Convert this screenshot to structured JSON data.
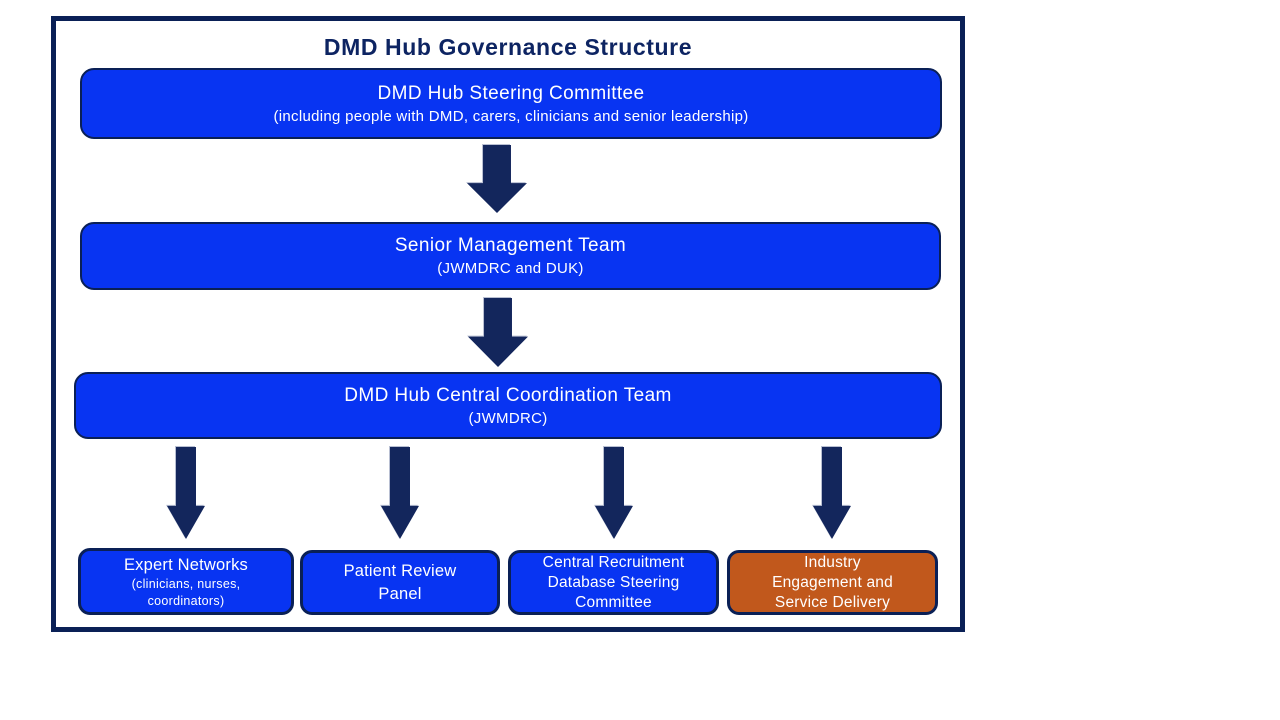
{
  "title": "DMD Hub Governance Structure",
  "colors": {
    "box_blue": "#0834F2",
    "box_orange": "#C1581C",
    "arrow_navy": "#13265C",
    "border_navy": "#0A2056",
    "title_navy": "#0D2462",
    "text_white": "#FFFFFF"
  },
  "org_chart": {
    "level1": {
      "heading": "DMD Hub Steering Committee",
      "subheading": "(including people with DMD, carers, clinicians and senior leadership)"
    },
    "level2": {
      "heading": "Senior Management Team",
      "subheading": "(JWMDRC and DUK)"
    },
    "level3": {
      "heading": "DMD Hub Central Coordination Team",
      "subheading": "(JWMDRC)"
    },
    "level4": [
      {
        "heading": "Expert Networks",
        "subheading": "(clinicians, nurses, coordinators)",
        "color": "blue"
      },
      {
        "heading": "Patient Review Panel",
        "subheading": "",
        "color": "blue"
      },
      {
        "heading": "Central Recruitment Database Steering Committee",
        "subheading": "",
        "color": "blue"
      },
      {
        "heading": "Industry Engagement and Service Delivery",
        "subheading": "",
        "color": "orange"
      }
    ]
  }
}
